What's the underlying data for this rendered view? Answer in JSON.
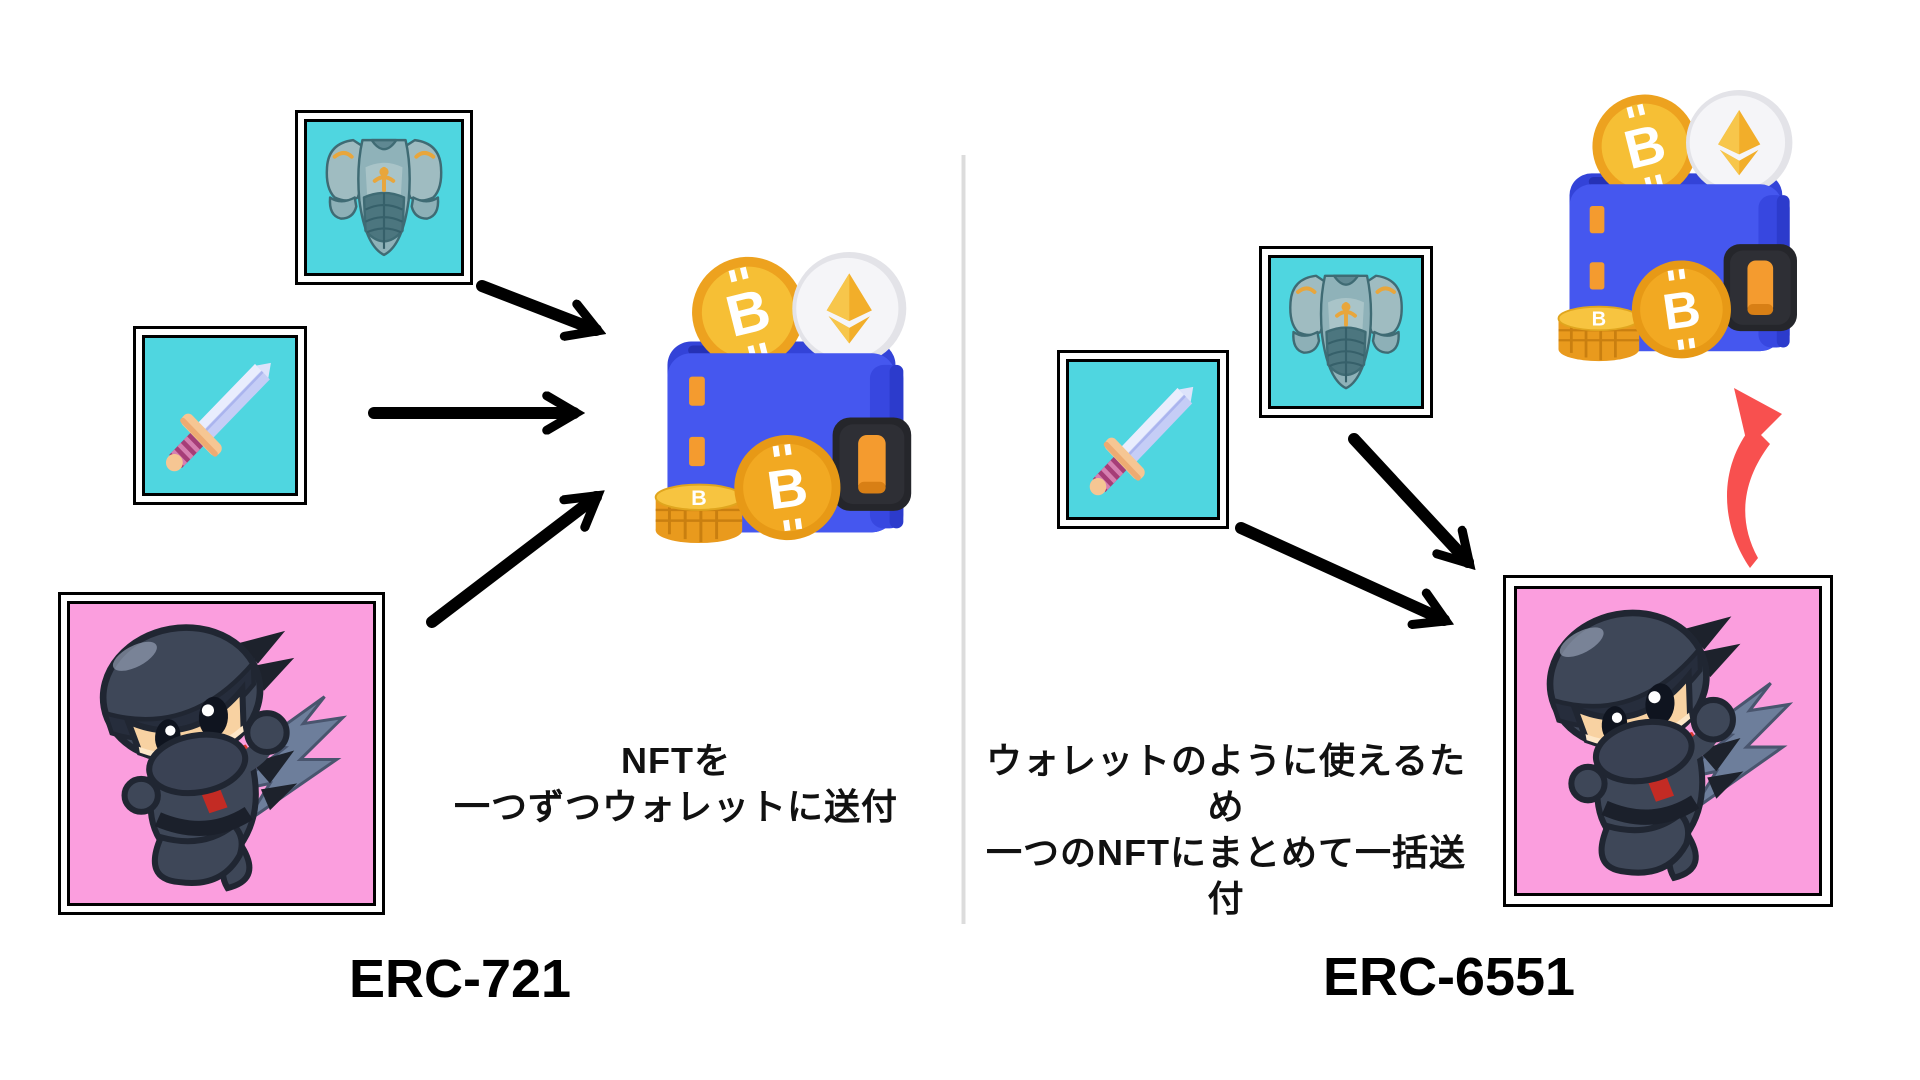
{
  "left": {
    "title": "ERC-721",
    "caption": {
      "line1": "NFTを",
      "line2": "一つずつウォレットに送付"
    },
    "icons": [
      "armor-nft-icon",
      "sword-nft-icon",
      "ninja-nft-icon",
      "crypto-wallet-icon"
    ],
    "arrows": [
      "armor-to-wallet",
      "sword-to-wallet",
      "ninja-to-wallet"
    ]
  },
  "right": {
    "title": "ERC-6551",
    "caption": {
      "line1": "ウォレットのように使えるため",
      "line2": "一つのNFTにまとめて一括送付"
    },
    "icons": [
      "sword-nft-icon",
      "armor-nft-icon",
      "ninja-nft-icon",
      "crypto-wallet-icon",
      "red-curved-arrow-icon"
    ],
    "arrows": [
      "armor-to-ninja",
      "sword-to-ninja",
      "ninja-to-wallet-red"
    ]
  },
  "colors": {
    "background": "#ffffff",
    "nft_cyan_bg": "#4fd6e0",
    "nft_pink_bg": "#fb9ede",
    "arrow_black": "#000000",
    "red_arrow": "#f8504f",
    "divider_grey": "#dcdcdc",
    "wallet_blue": "#4557ef",
    "coin_gold": "#f2a922",
    "text_color": "#111111"
  }
}
